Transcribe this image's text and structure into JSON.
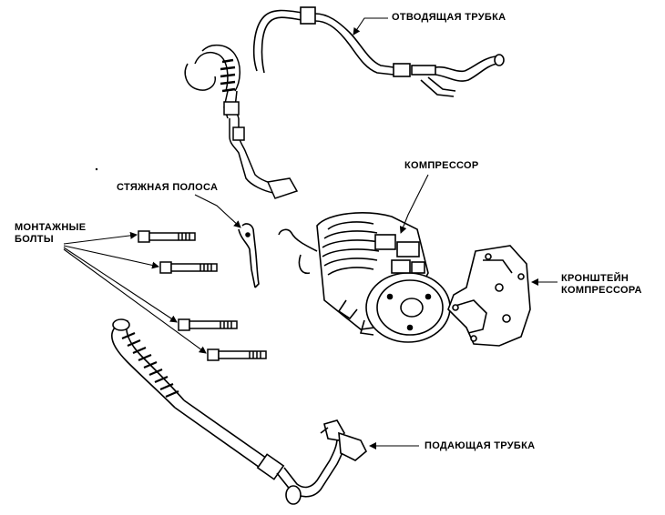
{
  "labels": {
    "discharge_tube": "ОТВОДЯЩАЯ ТРУБКА",
    "compressor": "КОМПРЕССОР",
    "tension_strap": "СТЯЖНАЯ ПОЛОСА",
    "mounting_bolts_line1": "МОНТАЖНЫЕ",
    "mounting_bolts_line2": "БОЛТЫ",
    "bracket_line1": "КРОНШТЕЙН",
    "bracket_line2": "КОМПРЕССОРА",
    "suction_tube": "ПОДАЮЩАЯ ТРУБКА"
  }
}
